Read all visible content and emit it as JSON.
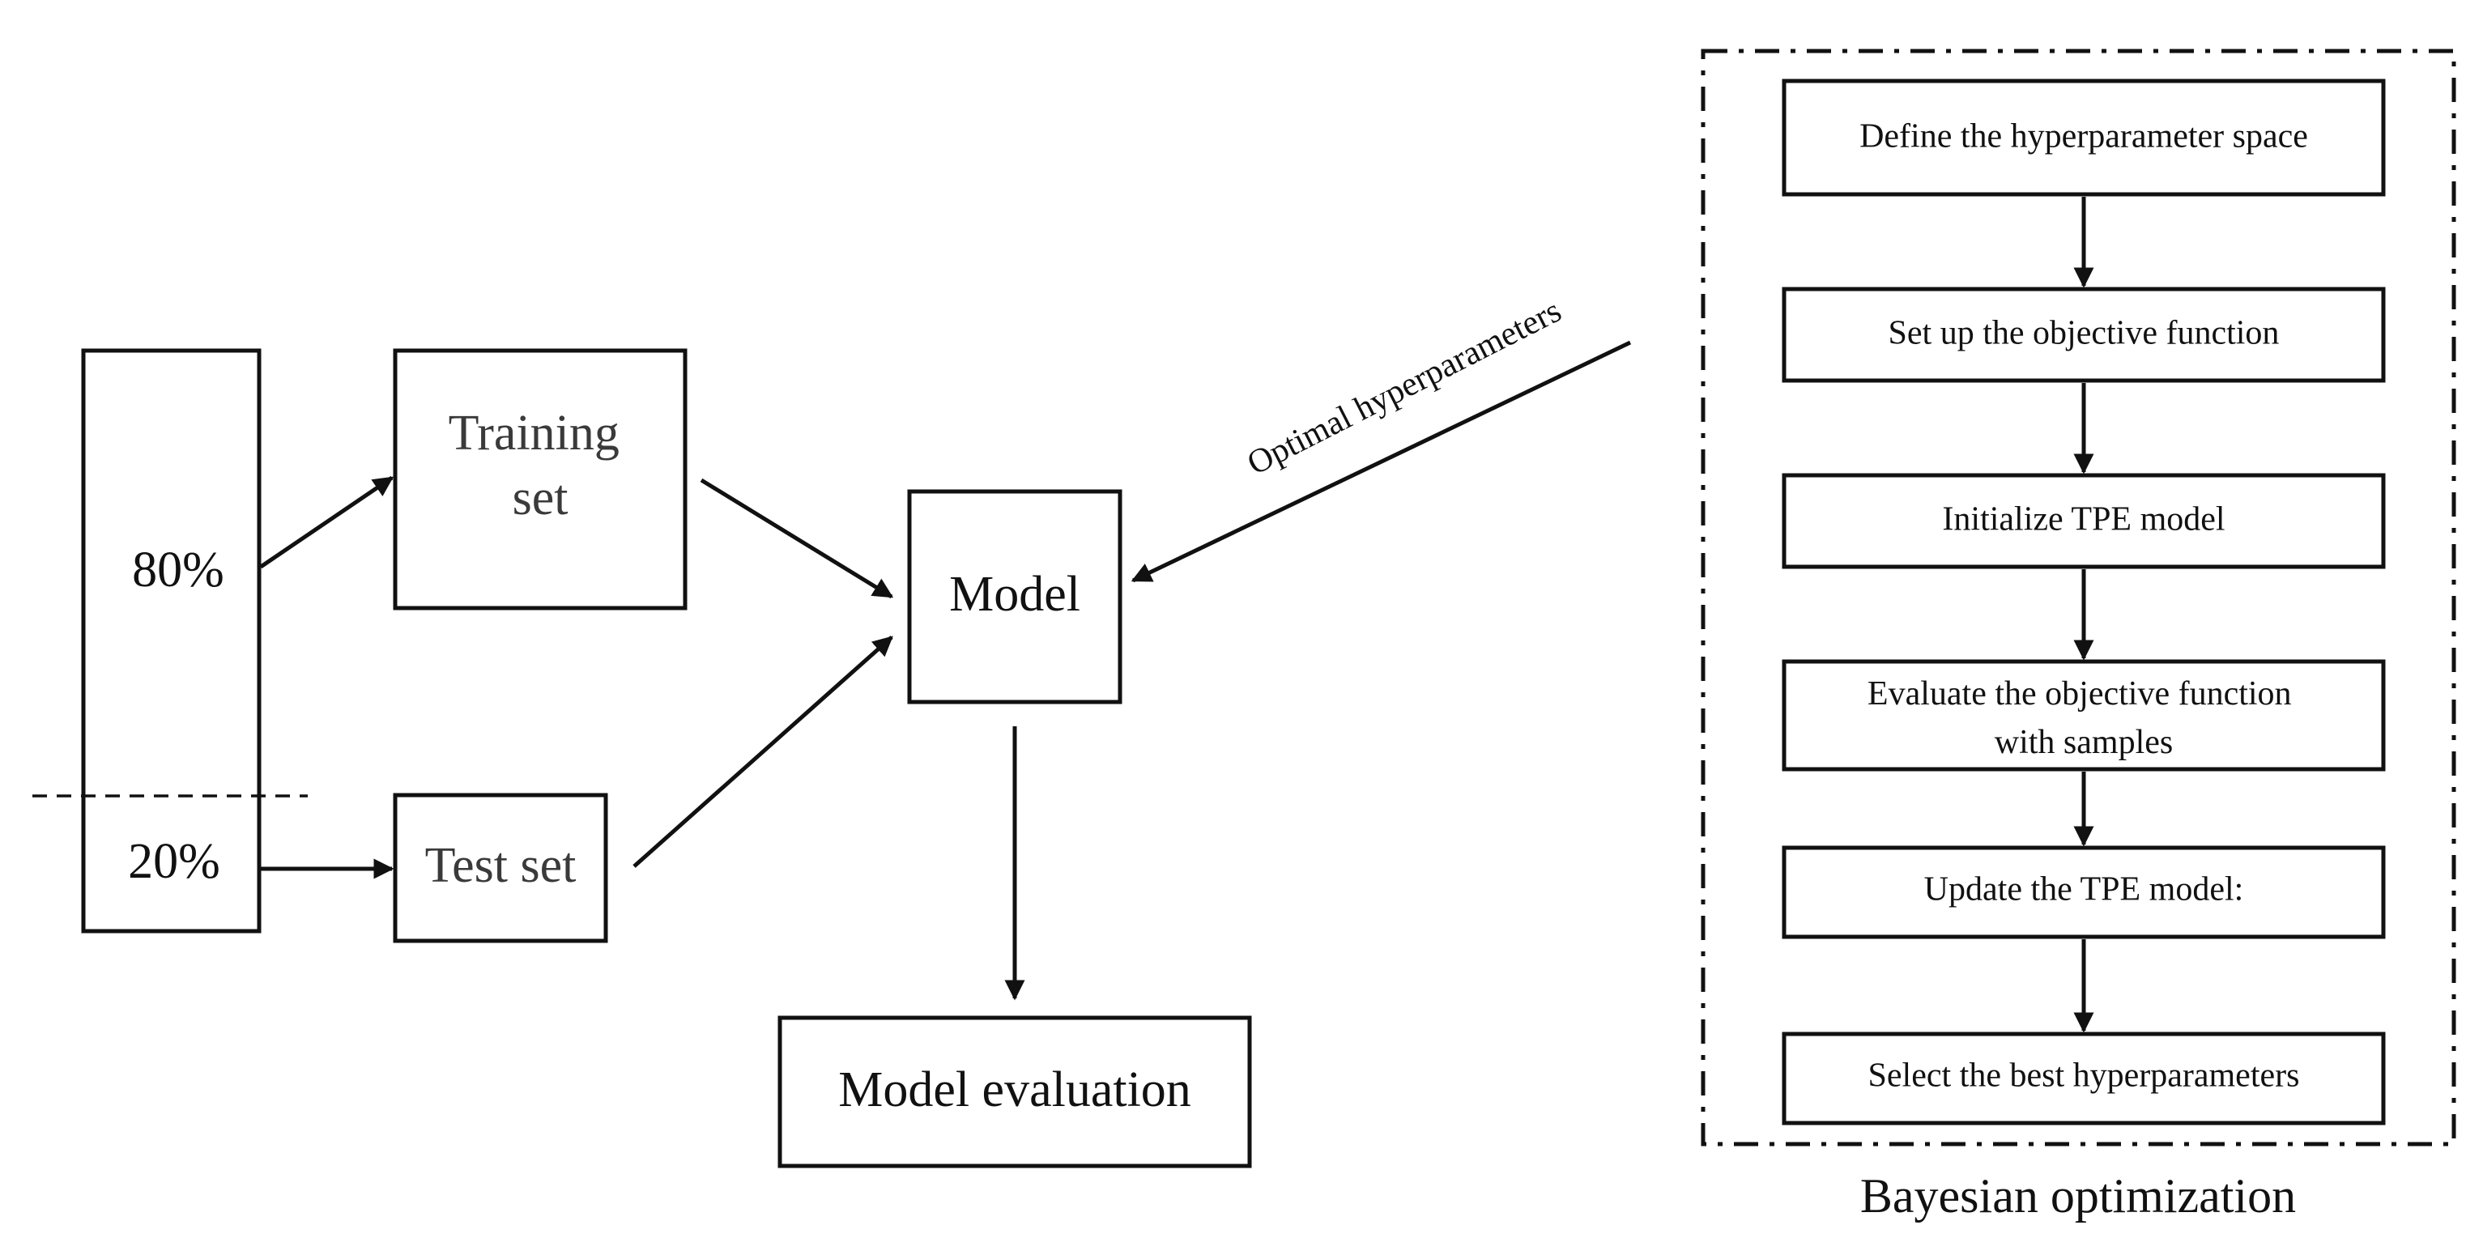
{
  "split": {
    "train_pct": "80%",
    "test_pct": "20%"
  },
  "nodes": {
    "training_set": [
      "Training",
      "set"
    ],
    "test_set": "Test set",
    "model": "Model",
    "model_evaluation": "Model evaluation"
  },
  "edge_label": "Optimal hyperparameters",
  "bayes": {
    "caption": "Bayesian optimization",
    "steps": [
      [
        "Define the hyperparameter space"
      ],
      [
        "Set up the objective function"
      ],
      [
        "Initialize TPE model"
      ],
      [
        "Evaluate the objective function",
        "with samples"
      ],
      [
        "Update the TPE model:"
      ],
      [
        "Select the best hyperparameters"
      ]
    ]
  }
}
